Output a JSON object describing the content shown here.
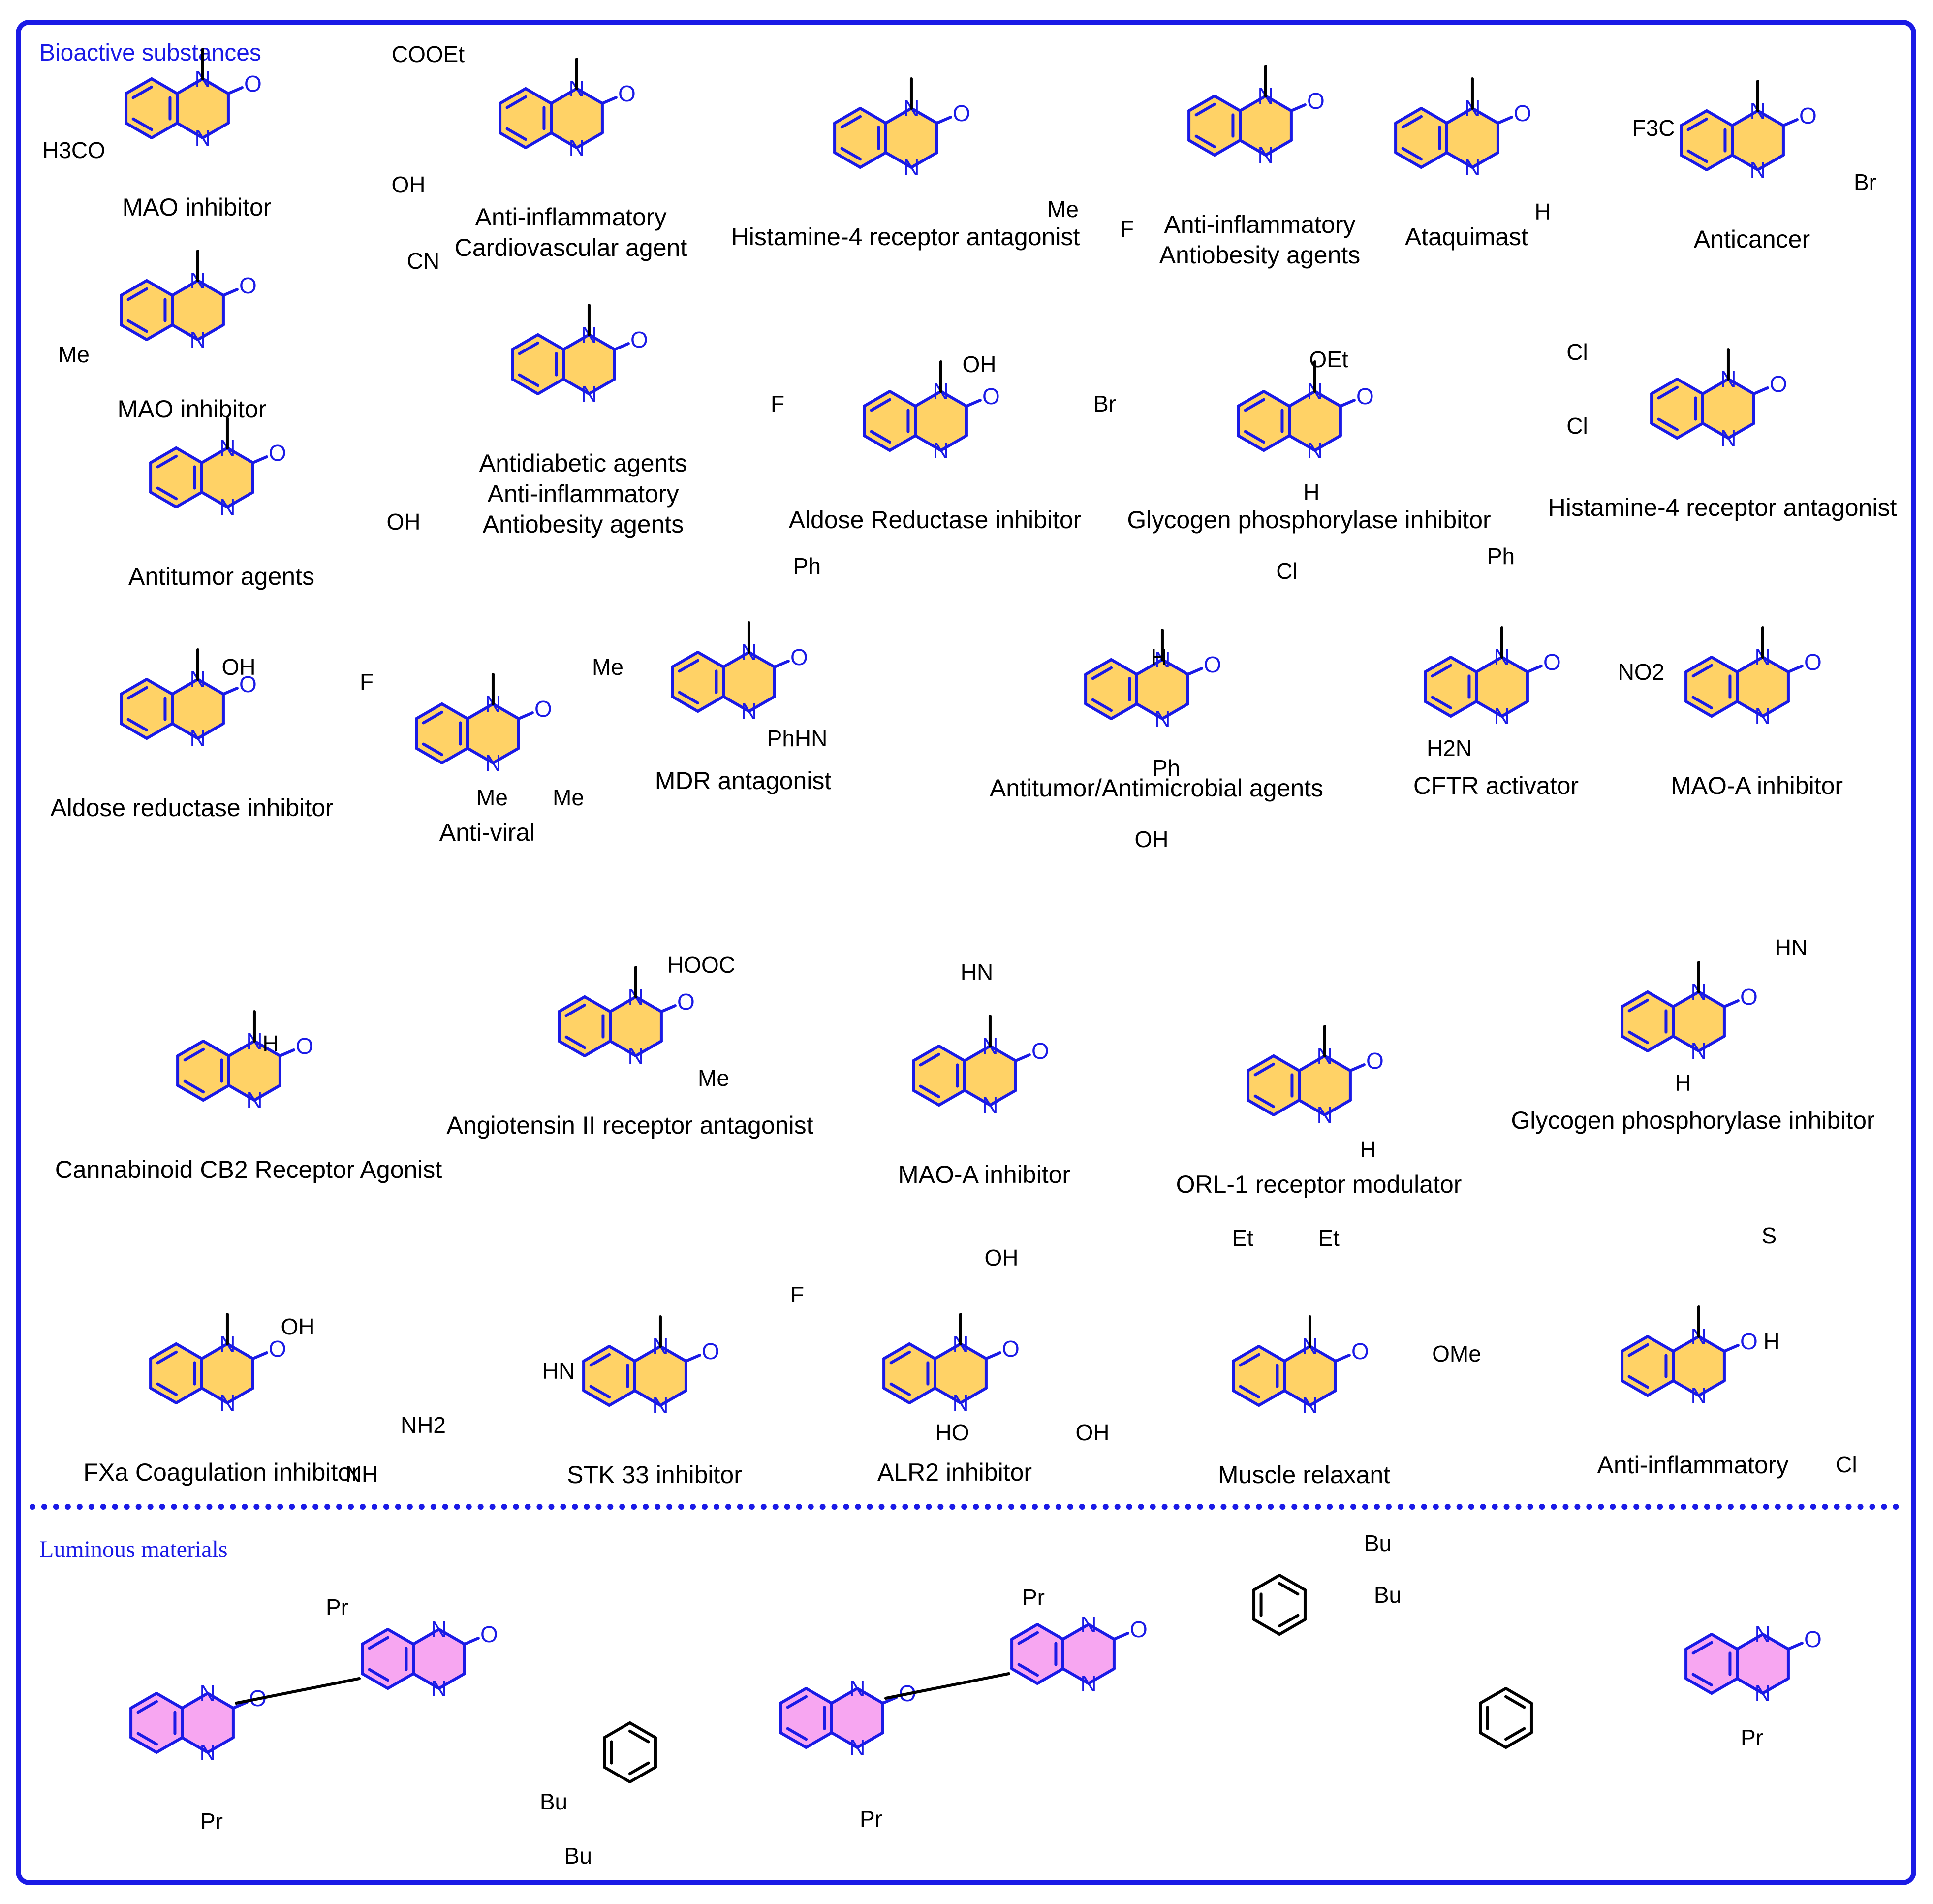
{
  "sections": {
    "bioactive": "Bioactive substances",
    "luminous": "Luminous materials"
  },
  "colors": {
    "frame": "#1a1ae6",
    "core_highlight_bioactive": "#ffd266",
    "core_highlight_luminous": "#f7a6f1",
    "heteroatom_color": "#1a1ae6"
  },
  "compounds": [
    {
      "label": [
        "MAO inhibitor"
      ],
      "substituents": [
        "COOEt",
        "H3CO",
        "OH"
      ]
    },
    {
      "label": [
        "Anti-inflammatory",
        "Cardiovascular agent"
      ],
      "substituents": []
    },
    {
      "label": [
        "Histamine-4 receptor antagonist"
      ],
      "substituents": [
        "Me"
      ]
    },
    {
      "label": [
        "Anti-inflammatory",
        "Antiobesity agents"
      ],
      "substituents": [
        "F"
      ]
    },
    {
      "label": [
        "Ataquimast"
      ],
      "substituents": [
        "H"
      ]
    },
    {
      "label": [
        "Anticancer"
      ],
      "substituents": [
        "F3C",
        "Br"
      ]
    },
    {
      "label": [
        "MAO inhibitor"
      ],
      "substituents": [
        "CN",
        "Me"
      ]
    },
    {
      "label": [
        "Antidiabetic agents",
        "Anti-inflammatory",
        "Antiobesity agents"
      ],
      "substituents": []
    },
    {
      "label": [
        "Aldose Reductase inhibitor"
      ],
      "substituents": [
        "F",
        "OH",
        "Br"
      ]
    },
    {
      "label": [
        "Glycogen phosphorylase inhibitor"
      ],
      "substituents": [
        "OEt",
        "H"
      ]
    },
    {
      "label": [
        "Histamine-4 receptor antagonist"
      ],
      "substituents": [
        "Cl",
        "Cl"
      ]
    },
    {
      "label": [
        "Antitumor agents"
      ],
      "substituents": [
        "OH"
      ]
    },
    {
      "label": [
        "Aldose reductase inhibitor"
      ],
      "substituents": [
        "OH"
      ]
    },
    {
      "label": [
        "Anti-viral"
      ],
      "substituents": [
        "F",
        "Me",
        "Me",
        "Me"
      ]
    },
    {
      "label": [
        "MDR antagonist"
      ],
      "substituents": [
        "Ph",
        "PhHN"
      ]
    },
    {
      "label": [
        "Antitumor/Antimicrobial agents"
      ],
      "substituents": [
        "Cl",
        "Ph",
        "H"
      ]
    },
    {
      "label": [
        "CFTR activator"
      ],
      "substituents": [
        "Ph",
        "NO2",
        "H2N"
      ]
    },
    {
      "label": [
        "MAO-A inhibitor"
      ],
      "substituents": []
    },
    {
      "label": [
        "Cannabinoid CB2 Receptor Agonist"
      ],
      "substituents": [
        "H"
      ]
    },
    {
      "label": [
        "Angiotensin II receptor antagonist"
      ],
      "substituents": [
        "HOOC",
        "Me"
      ]
    },
    {
      "label": [
        "MAO-A inhibitor"
      ],
      "substituents": [
        "OH",
        "HN"
      ]
    },
    {
      "label": [
        "ORL-1 receptor modulator"
      ],
      "substituents": [
        "H"
      ]
    },
    {
      "label": [
        "Glycogen phosphorylase inhibitor"
      ],
      "substituents": [
        "HN",
        "H"
      ]
    },
    {
      "label": [
        "FXa Coagulation inhibitor"
      ],
      "substituents": [
        "OH",
        "NH2",
        "NH"
      ]
    },
    {
      "label": [
        "STK 33 inhibitor"
      ],
      "substituents": [
        "HN"
      ]
    },
    {
      "label": [
        "ALR2 inhibitor"
      ],
      "substituents": [
        "F",
        "OH",
        "HO",
        "OH"
      ]
    },
    {
      "label": [
        "Muscle relaxant"
      ],
      "substituents": [
        "Et",
        "Et",
        "OMe"
      ]
    },
    {
      "label": [
        "Anti-inflammatory"
      ],
      "substituents": [
        "S",
        "H",
        "Cl"
      ]
    }
  ],
  "luminous_compounds": [
    {
      "substituents": [
        "Pr",
        "Pr"
      ]
    },
    {
      "substituents": [
        "Bu",
        "Bu",
        "Pr",
        "Pr",
        "Bu",
        "Bu"
      ]
    },
    {
      "substituents": [
        "Pr"
      ]
    }
  ],
  "atoms": {
    "N": "N",
    "O": "O",
    "H": "H",
    "S": "S"
  }
}
